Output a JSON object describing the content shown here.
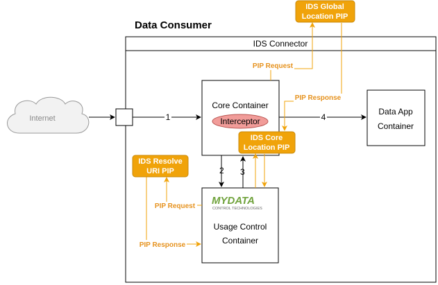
{
  "title": "Data Consumer",
  "connector_label": "IDS Connector",
  "cloud_label": "Internet",
  "core_container": {
    "title": "Core Container",
    "interceptor": "Interceptor"
  },
  "data_app": {
    "line1": "Data App",
    "line2": "Container"
  },
  "usage_control": {
    "line1": "Usage Control",
    "line2": "Container"
  },
  "logo": {
    "brand": "MYDATA",
    "sub": "CONTROL TECHNOLOGIES"
  },
  "pip_boxes": {
    "global": {
      "line1": "IDS Global",
      "line2": "Location PIP"
    },
    "core": {
      "line1": "IDS Core",
      "line2": "Location PIP"
    },
    "resolve": {
      "line1": "IDS Resolve",
      "line2": "URI PIP"
    }
  },
  "edge_labels": {
    "pip_request_top": "PIP Request",
    "pip_response_top": "PIP Response",
    "pip_request_left": "PIP Request",
    "pip_response_left": "PIP Response",
    "n1": "1",
    "n2": "2",
    "n3": "3",
    "n4": "4"
  },
  "colors": {
    "orange": "#F0A30A",
    "orange_text": "#E6921E",
    "interceptor_fill": "#F19C99",
    "cloud_fill": "#F2F2F2"
  }
}
